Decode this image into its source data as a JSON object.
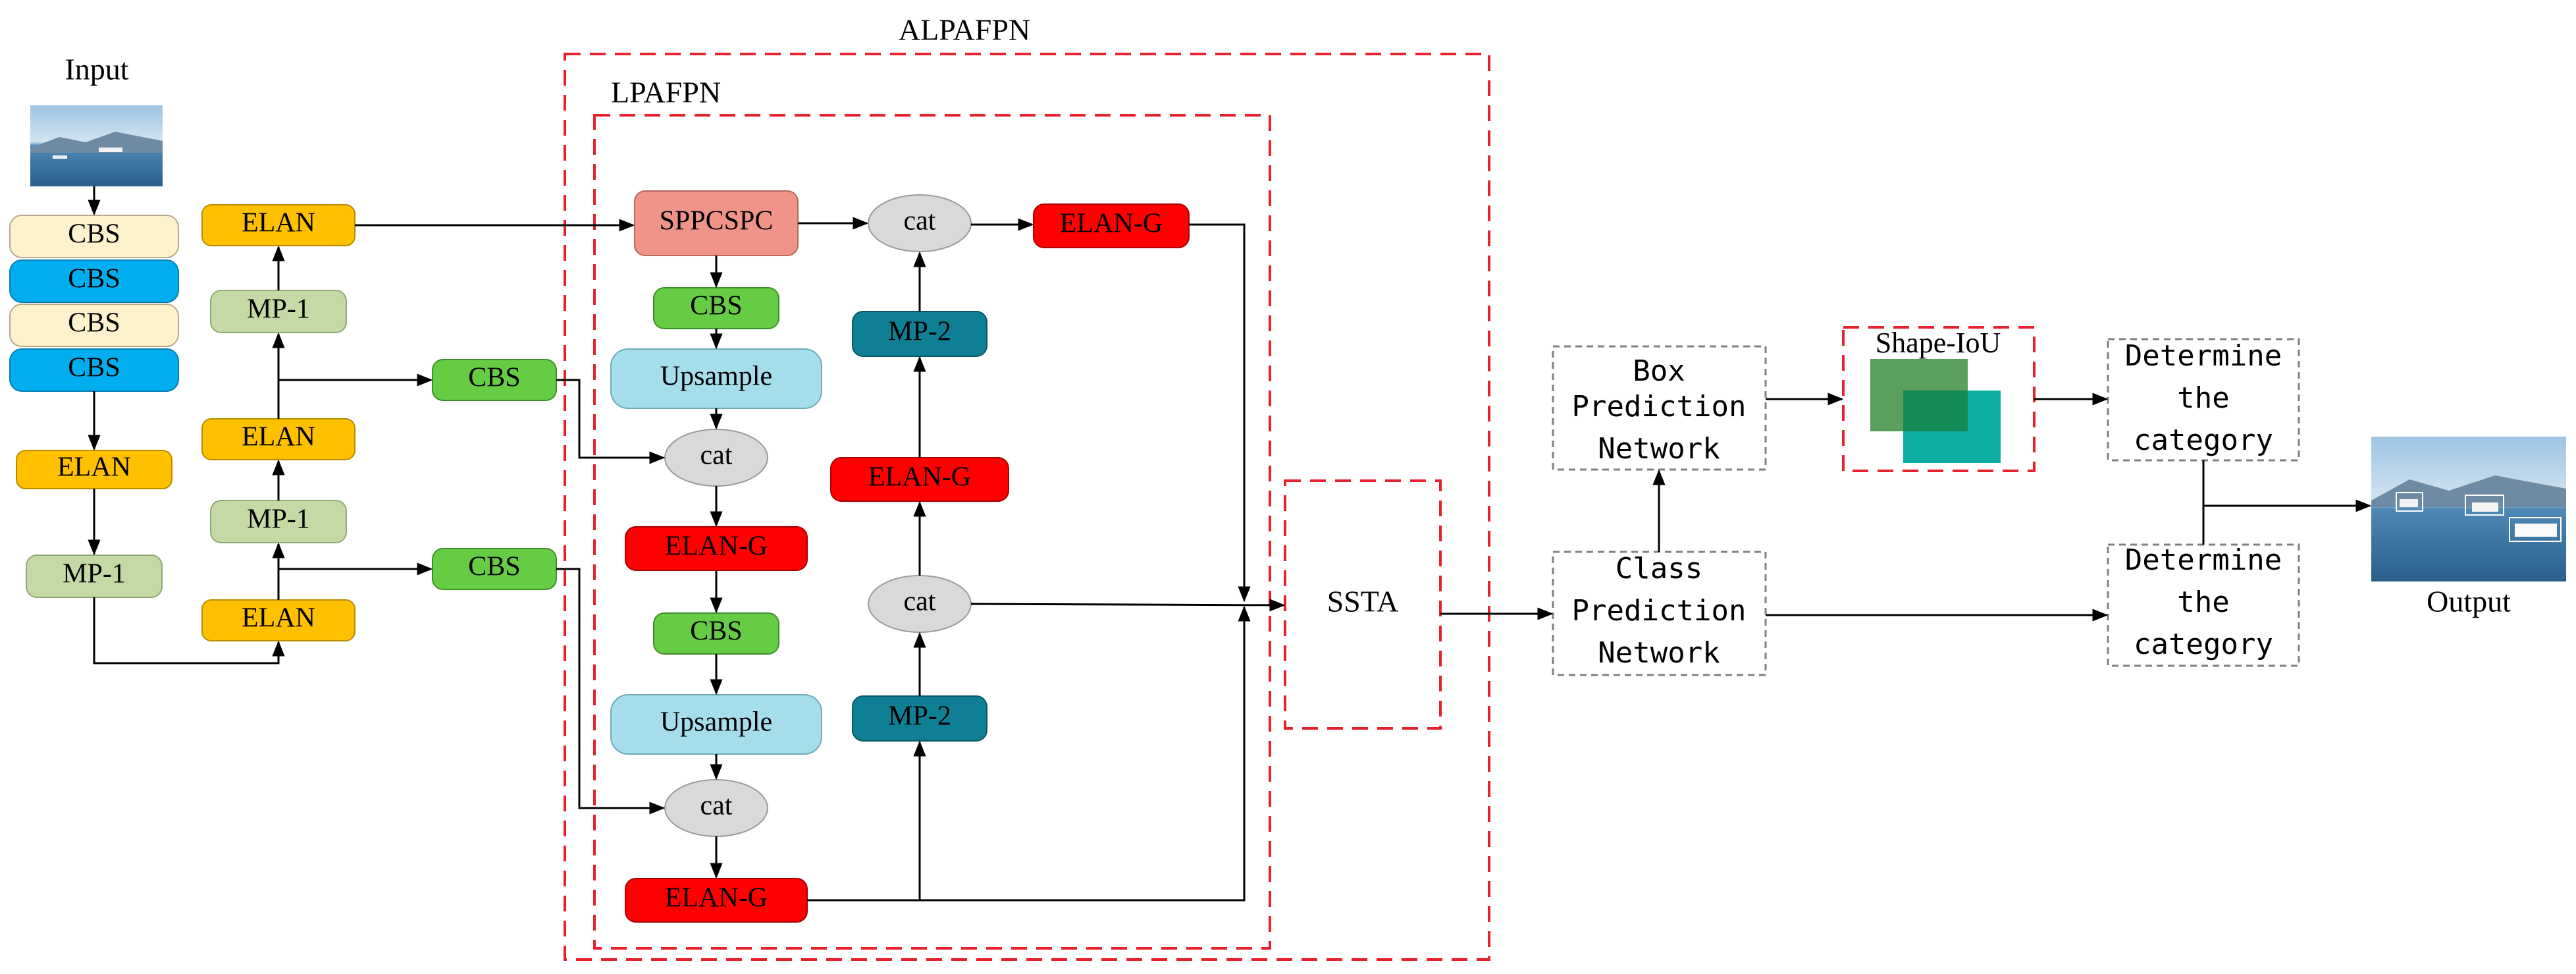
{
  "labels": {
    "input": "Input",
    "output": "Output",
    "alpafpn": "ALPAFPN",
    "lpafpn": "LPAFPN",
    "ssta": "SSTA",
    "shape_iou": "Shape-IoU"
  },
  "backbone": {
    "cbs_1": "CBS",
    "cbs_2": "CBS",
    "cbs_3": "CBS",
    "cbs_4": "CBS",
    "elan_1": "ELAN",
    "mp1_1": "MP-1",
    "elan_2": "ELAN",
    "mp1_2": "MP-1",
    "elan_3": "ELAN",
    "mp1_3": "MP-1",
    "elan_4": "ELAN",
    "cbs_lat_1": "CBS",
    "cbs_lat_2": "CBS"
  },
  "neck": {
    "sppcspc": "SPPCSPC",
    "cbs_a": "CBS",
    "upsample_a": "Upsample",
    "cat_a": "cat",
    "elan_g_a": "ELAN-G",
    "cbs_b": "CBS",
    "upsample_b": "Upsample",
    "cat_b": "cat",
    "elan_g_b": "ELAN-G",
    "mp2_low": "MP-2",
    "cat_c": "cat",
    "elan_g_c": "ELAN-G",
    "mp2_high": "MP-2",
    "cat_d": "cat",
    "elan_g_d": "ELAN-G"
  },
  "head": {
    "box_net": [
      "Box",
      "Prediction",
      "Network"
    ],
    "class_net": [
      "Class",
      "Prediction",
      "Network"
    ],
    "determine_top": [
      "Determine",
      "the",
      "category"
    ],
    "determine_bottom": [
      "Determine",
      "the",
      "category"
    ]
  },
  "colors": {
    "cbs_cream": "#FDF2CC",
    "cbs_blue": "#00AEEF",
    "elan_orange": "#FFC000",
    "mp1_green": "#C4D9A4",
    "cbs_green": "#66CC44",
    "sppcspc_salmon": "#F0948A",
    "upsample_cyan": "#A6DDEB",
    "cat_gray": "#D9D9D9",
    "elan_g_red": "#FF0000",
    "mp2_teal": "#0E7F95",
    "dashed_red": "#E8212D",
    "dashed_gray": "#7F7F7F",
    "iou_green": "#3E8E41",
    "iou_teal": "#00A99D"
  }
}
